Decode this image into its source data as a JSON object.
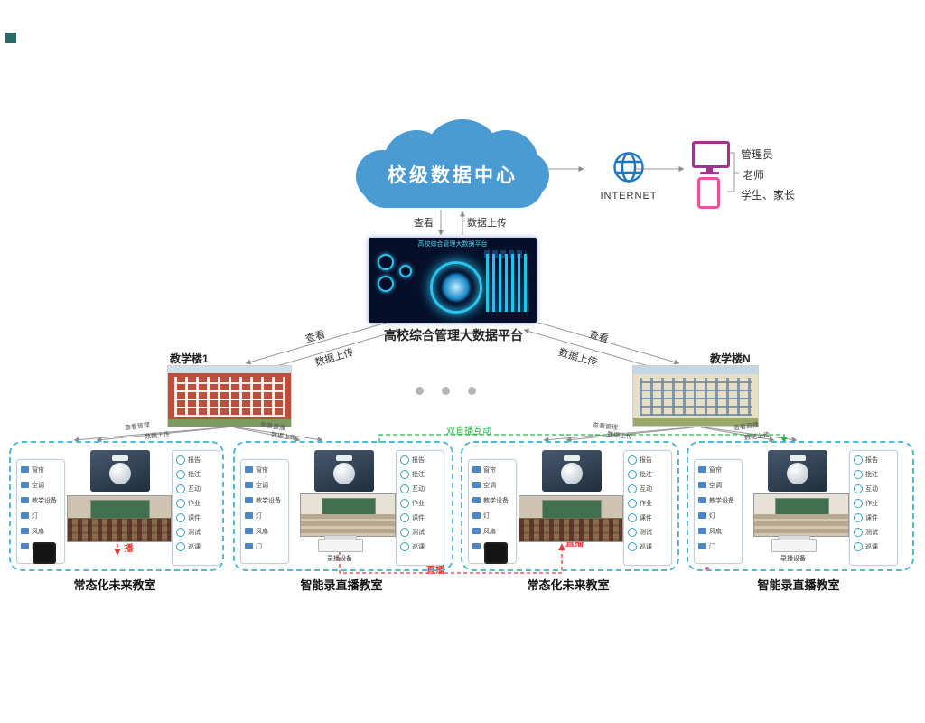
{
  "diagram": {
    "cloud": {
      "label": "校级数据中心"
    },
    "internet_label": "INTERNET",
    "users": [
      {
        "icon": "monitor-icon",
        "label": "管理员"
      },
      {
        "icon": "",
        "label": "老师"
      },
      {
        "icon": "phone-icon",
        "label": "学生、家长"
      }
    ],
    "links": {
      "view": "查看",
      "upload": "数据上传",
      "view_manage": "查看管理",
      "view_live": "查看直播",
      "dual_live": "双直播互动",
      "live": "直播"
    },
    "platform": {
      "caption": "高校综合管理大数据平台",
      "screen_title": "高校综合管理大数据平台"
    },
    "buildings": {
      "left": "教学楼1",
      "right": "教学楼N"
    },
    "control_items": [
      "窗帘",
      "空调",
      "教学设备",
      "灯",
      "风扇",
      "门"
    ],
    "function_items": [
      "报告",
      "批注",
      "互动",
      "作业",
      "课件",
      "测试",
      "巡课"
    ],
    "clusters": [
      {
        "type": "normal",
        "caption": "常态化未来教室"
      },
      {
        "type": "recording",
        "caption": "智能录直播教室",
        "device_caption": "录播设备"
      },
      {
        "type": "normal",
        "caption": "常态化未来教室"
      },
      {
        "type": "recording",
        "caption": "智能录直播教室",
        "device_caption": "录播设备"
      }
    ],
    "colors": {
      "cloud_blue": "#4a9ad4",
      "line_gray": "#9a9a9a",
      "green": "#2db34a",
      "red": "#e03a3a",
      "cluster_border": "#53b7d8",
      "internet_blue": "#1b78c0",
      "monitor_purple": "#a0348e",
      "phone_pink": "#e8549a"
    }
  }
}
